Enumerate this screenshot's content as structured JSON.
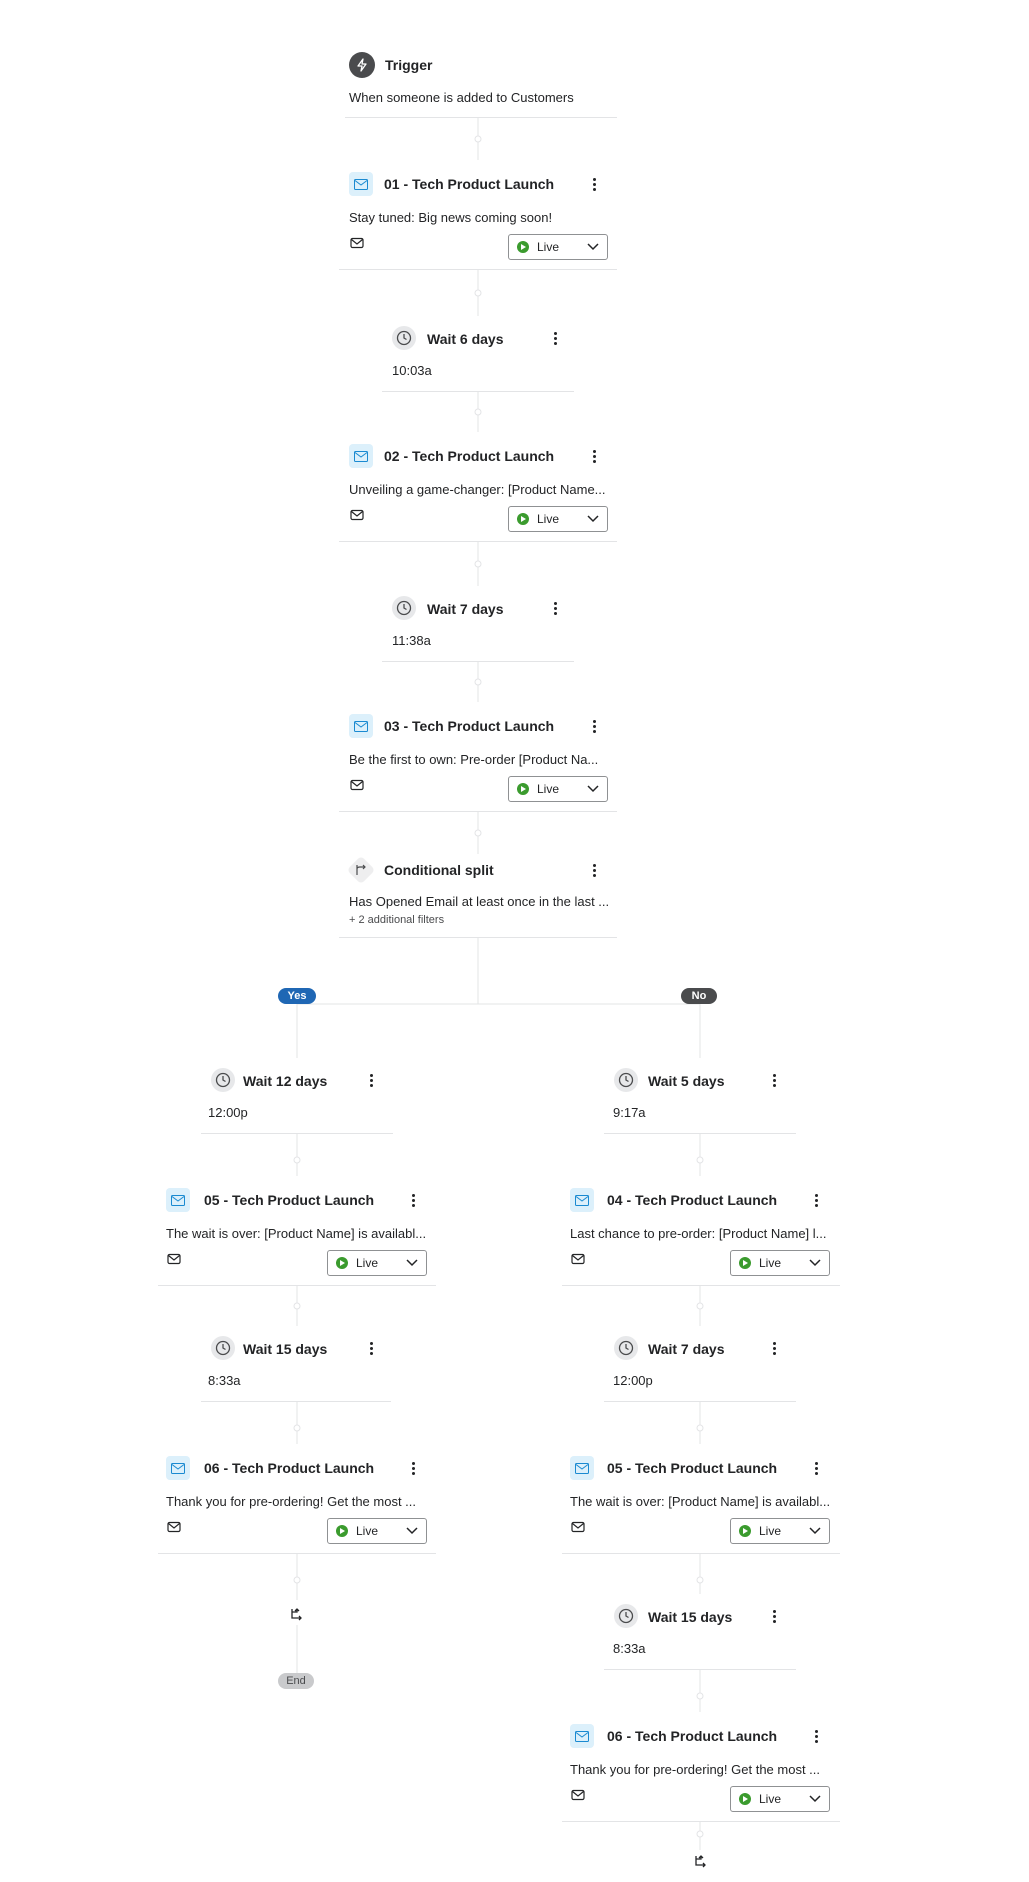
{
  "trigger": {
    "label": "Trigger",
    "description": "When someone is added to Customers"
  },
  "main_steps": [
    {
      "kind": "email",
      "title": "01 - Tech Product Launch",
      "subject": "Stay tuned: Big news coming soon!",
      "status": "Live"
    },
    {
      "kind": "wait",
      "title": "Wait 6 days",
      "time": "10:03a"
    },
    {
      "kind": "email",
      "title": "02 - Tech Product Launch",
      "subject": "Unveiling a game-changer: [Product Name...",
      "status": "Live"
    },
    {
      "kind": "wait",
      "title": "Wait 7 days",
      "time": "11:38a"
    },
    {
      "kind": "email",
      "title": "03 - Tech Product Launch",
      "subject": "Be the first to own: Pre-order [Product Na...",
      "status": "Live"
    }
  ],
  "split": {
    "title": "Conditional split",
    "condition": "Has Opened Email at least once in the last ...",
    "additional": "+ 2 additional filters",
    "yes_label": "Yes",
    "no_label": "No"
  },
  "yes_branch": [
    {
      "kind": "wait",
      "title": "Wait 12 days",
      "time": "12:00p"
    },
    {
      "kind": "email",
      "title": "05 - Tech Product Launch",
      "subject": "The wait is over: [Product Name] is availabl...",
      "status": "Live"
    },
    {
      "kind": "wait",
      "title": "Wait 15 days",
      "time": "8:33a"
    },
    {
      "kind": "email",
      "title": "06 - Tech Product Launch",
      "subject": "Thank you for pre-ordering! Get the most ...",
      "status": "Live"
    }
  ],
  "no_branch": [
    {
      "kind": "wait",
      "title": "Wait 5 days",
      "time": "9:17a"
    },
    {
      "kind": "email",
      "title": "04 - Tech Product Launch",
      "subject": "Last chance to pre-order: [Product Name] l...",
      "status": "Live"
    },
    {
      "kind": "wait",
      "title": "Wait 7 days",
      "time": "12:00p"
    },
    {
      "kind": "email",
      "title": "05 - Tech Product Launch",
      "subject": "The wait is over: [Product Name] is availabl...",
      "status": "Live"
    },
    {
      "kind": "wait",
      "title": "Wait 15 days",
      "time": "8:33a"
    },
    {
      "kind": "email",
      "title": "06 - Tech Product Launch",
      "subject": "Thank you for pre-ordering! Get the most ...",
      "status": "Live"
    }
  ],
  "end_label": "End",
  "icons": {
    "trigger": "lightning-icon",
    "email": "envelope-icon",
    "wait": "clock-icon",
    "split": "split-arrows-icon",
    "exit": "exit-arrows-icon",
    "status": "play-circle-icon",
    "menu": "kebab-menu-icon",
    "dropdown": "chevron-down-icon"
  },
  "colors": {
    "live": "#3b9b2e",
    "yes": "#1f67b4",
    "no": "#4a4b4d",
    "email_icon_bg": "#dcf0fb",
    "email_icon": "#1a8ad1"
  }
}
